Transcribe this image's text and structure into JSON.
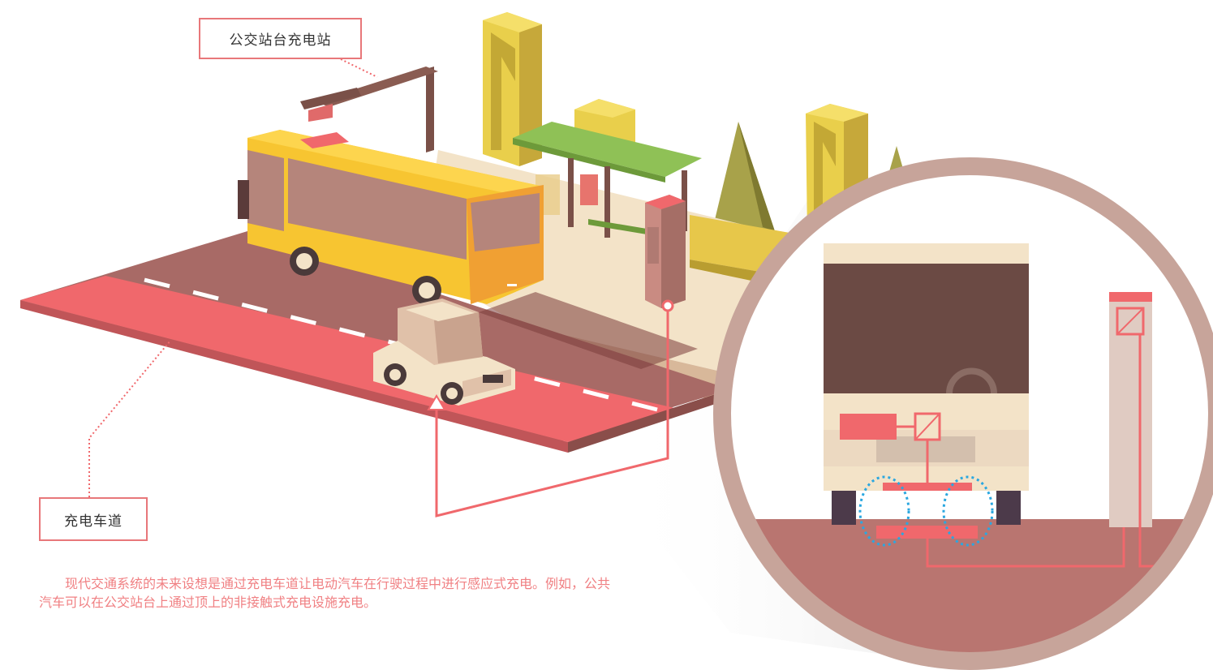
{
  "labels": {
    "bus_stop_charging_station": "公交站台充电站",
    "charging_lane": "充电车道"
  },
  "description": "现代交通系统的未来设想是通过充电车道让电动汽车在行驶过程中进行感应式充电。例如，公共汽车可以在公交站台上通过顶上的非接触式充电设施充电。",
  "colors": {
    "accent_red": "#f0686c",
    "road_brown": "#a86a66",
    "bus_yellow": "#f7c531",
    "bus_window": "#b5857b",
    "shelter_green": "#8fc156",
    "ground_cream": "#f3e3c8",
    "building_yellow": "#e3c948",
    "magnifier_ring": "#c7a49a",
    "inset_ground": "#b97570",
    "coil_dashes": "#2aa7e0"
  },
  "icons": {
    "charger_symbol": "ac-dc-converter-icon"
  }
}
